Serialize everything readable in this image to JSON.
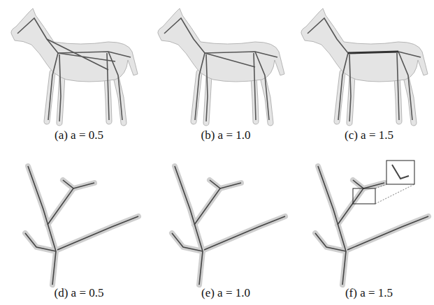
{
  "diagram": {
    "labels": [
      "(a) a = 0.5",
      "(b) a = 1.0",
      "(c) a = 1.5",
      "(d) a = 0.5",
      "(e) a = 1.0",
      "(f) a = 1.5"
    ]
  }
}
